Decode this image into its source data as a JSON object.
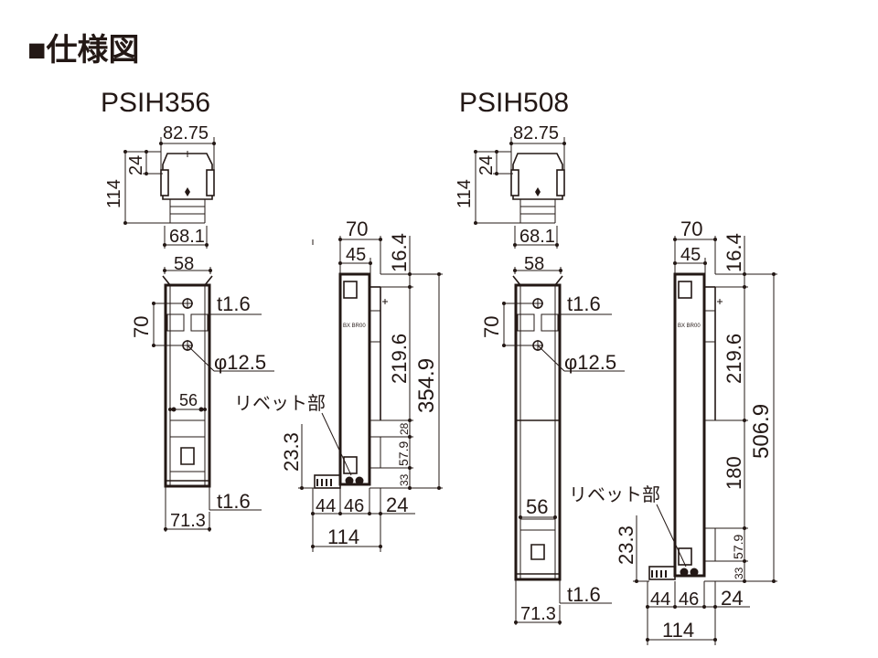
{
  "header": {
    "title": "■仕様図"
  },
  "models": [
    {
      "name": "PSIH356",
      "top_view": {
        "width": "82.75",
        "height": "114",
        "offset": "24",
        "base": "68.1"
      },
      "front": {
        "width": "58",
        "pitch": "70",
        "thickness_top": "t1.6",
        "hole": "φ12.5",
        "inner": "56",
        "thickness_bottom": "t1.6",
        "bottom": "71.3"
      },
      "side": {
        "depth": "70",
        "depth_inner": "45",
        "top": "16.4",
        "mid": "219.6",
        "total": "354.9",
        "d28": "28",
        "d579": "57.9",
        "d33": "33",
        "d233": "23.3",
        "rivet": "リベット部",
        "w44": "44",
        "w46": "46",
        "w24": "24",
        "w114": "114"
      }
    },
    {
      "name": "PSIH508",
      "top_view": {
        "width": "82.75",
        "height": "114",
        "offset": "24",
        "base": "68.1"
      },
      "front": {
        "width": "58",
        "pitch": "70",
        "thickness_top": "t1.6",
        "hole": "φ12.5",
        "inner": "56",
        "thickness_bottom": "t1.6",
        "bottom": "71.3"
      },
      "side": {
        "depth": "70",
        "depth_inner": "45",
        "top": "16.4",
        "mid": "219.6",
        "total": "506.9",
        "d180": "180",
        "d579": "57.9",
        "d33": "33",
        "d233": "23.3",
        "rivet": "リベット部",
        "w44": "44",
        "w46": "46",
        "w24": "24",
        "w114": "114"
      }
    }
  ],
  "colors": {
    "line": "#231815",
    "background": "#ffffff"
  }
}
